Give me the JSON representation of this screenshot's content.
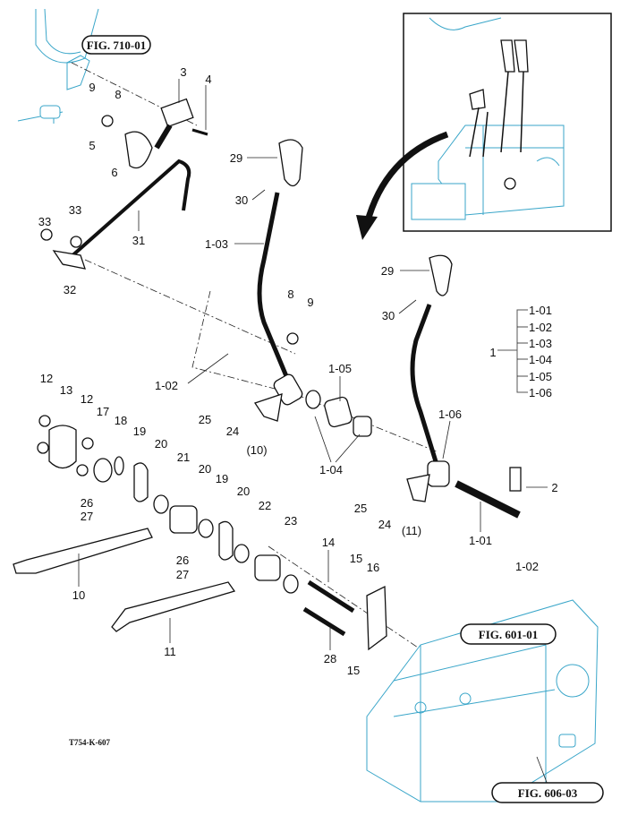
{
  "figure_refs": {
    "top": "FIG. 710-01",
    "middle": "FIG. 601-01",
    "bottom": "FIG. 606-03"
  },
  "drawing_code": "T754-K-607",
  "callouts": [
    "3",
    "4",
    "9",
    "8",
    "5",
    "6",
    "29",
    "30",
    "33",
    "33",
    "31",
    "32",
    "1-03",
    "8",
    "9",
    "29",
    "30",
    "1-02",
    "1-05",
    "1-06",
    "1-04",
    "25",
    "24",
    "(10)",
    "12",
    "13",
    "12",
    "17",
    "18",
    "19",
    "20",
    "21",
    "20",
    "19",
    "20",
    "22",
    "23",
    "26",
    "27",
    "10",
    "26",
    "27",
    "11",
    "14",
    "15",
    "16",
    "28",
    "15",
    "2",
    "25",
    "24",
    "(11)",
    "1-01",
    "1-02"
  ],
  "legend": {
    "parent": "1",
    "children": [
      "1-01",
      "1-02",
      "1-03",
      "1-04",
      "1-05",
      "1-06"
    ]
  },
  "colors": {
    "line": "#111111",
    "housing": "#3aa6c9"
  }
}
